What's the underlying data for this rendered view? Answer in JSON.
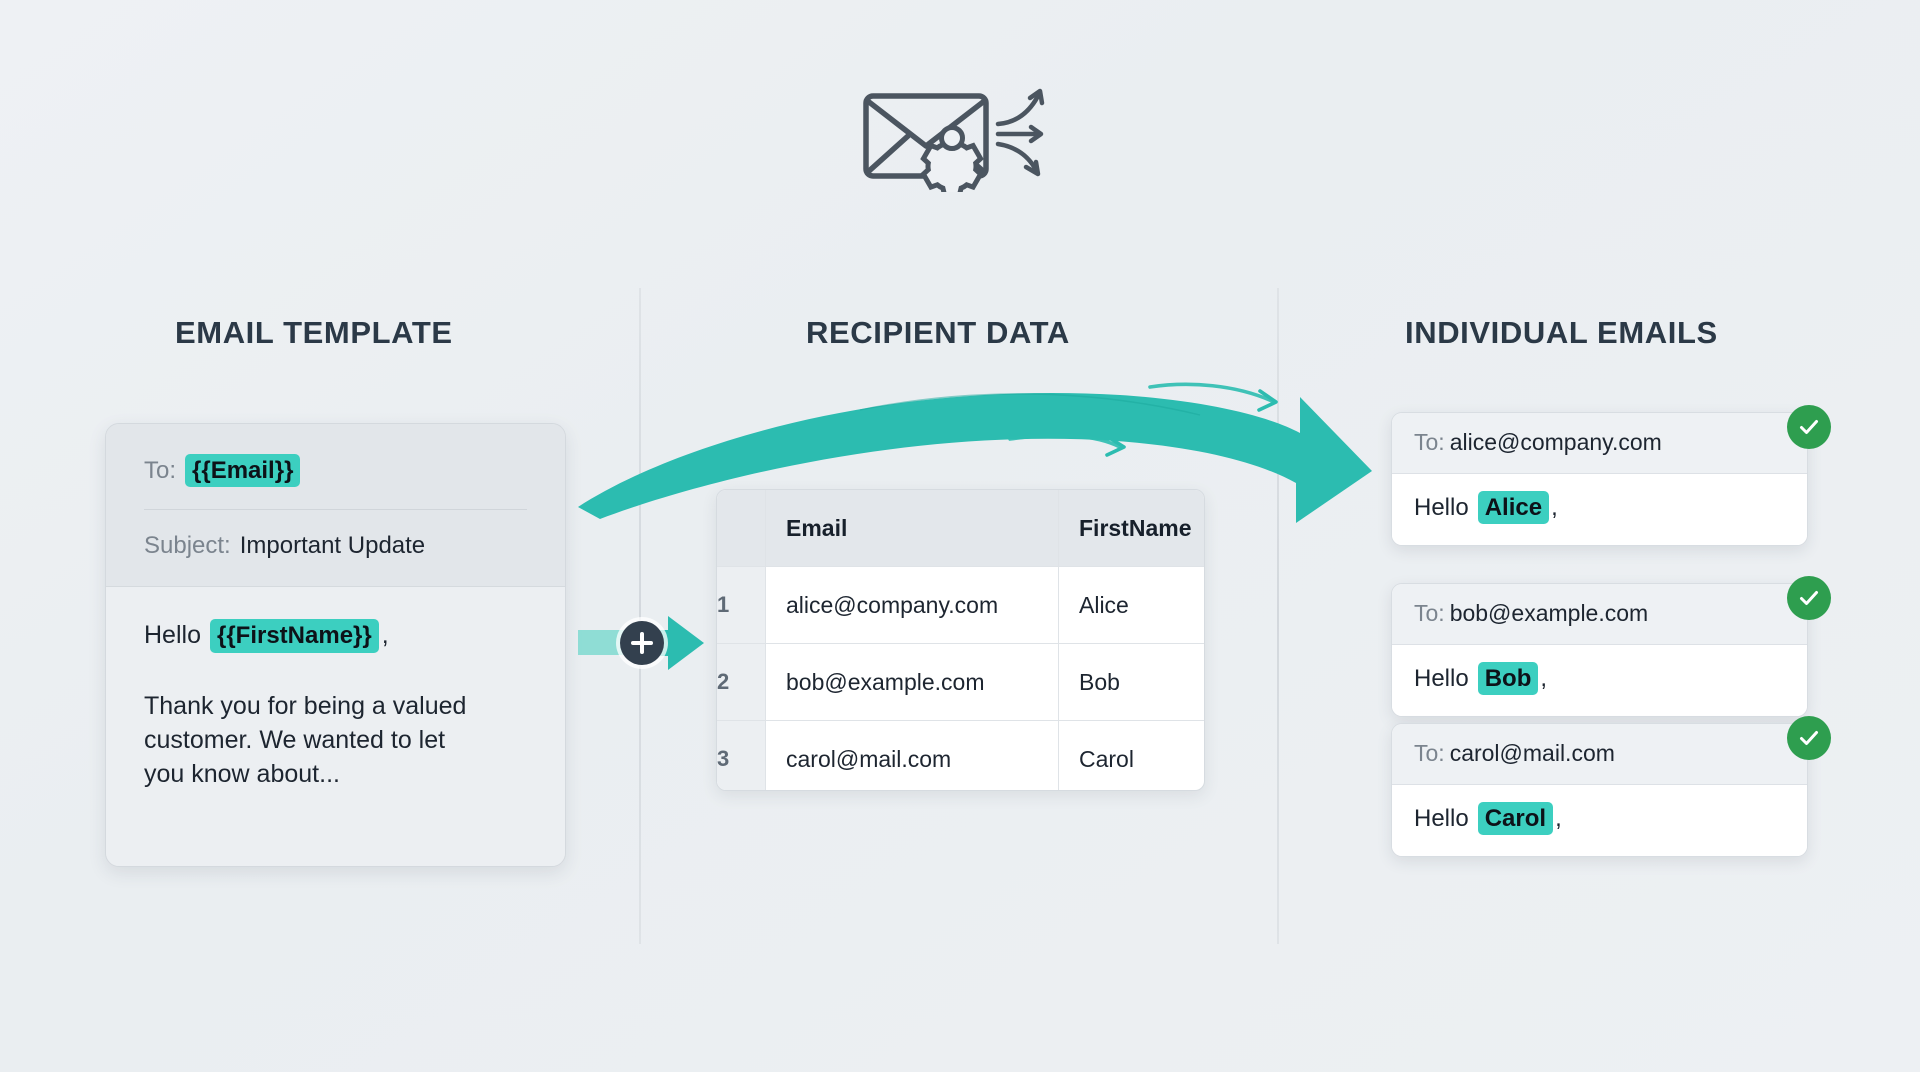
{
  "header": {
    "icon": "envelope-gear-distribute-icon"
  },
  "columns": {
    "template_title": "EMAIL TEMPLATE",
    "recipient_title": "RECIPIENT DATA",
    "emails_title": "INDIVIDUAL EMAILS"
  },
  "template": {
    "to_label": "To:",
    "to_value": "{{Email}}",
    "subject_label": "Subject:",
    "subject_value": "Important Update",
    "greeting_lead": "Hello",
    "greeting_tag": "{{FirstName}}",
    "greeting_comma": ",",
    "paragraph": "Thank you for being a valued customer. We wanted to let you know about..."
  },
  "connector": {
    "plus_symbol": "+",
    "arrow": "arrow-right-icon"
  },
  "table": {
    "headers": [
      "",
      "Email",
      "FirstName"
    ],
    "rows": [
      {
        "index": "1",
        "email": "alice@company.com",
        "firstname": "Alice"
      },
      {
        "index": "2",
        "email": "bob@example.com",
        "firstname": "Bob"
      },
      {
        "index": "3",
        "email": "carol@mail.com",
        "firstname": "Carol"
      }
    ]
  },
  "emails": [
    {
      "to_label": "To:",
      "to_value": "alice@company.com",
      "greeting_lead": "Hello",
      "greeting_name": "Alice",
      "greeting_comma": ",",
      "status": "sent-check-icon"
    },
    {
      "to_label": "To:",
      "to_value": "bob@example.com",
      "greeting_lead": "Hello",
      "greeting_name": "Bob",
      "greeting_comma": ",",
      "status": "sent-check-icon"
    },
    {
      "to_label": "To:",
      "to_value": "carol@mail.com",
      "greeting_lead": "Hello",
      "greeting_name": "Carol",
      "greeting_comma": ",",
      "status": "sent-check-icon"
    }
  ],
  "colors": {
    "accent_teal": "#3ccfc0",
    "arrow_teal": "#2cbcb0",
    "success_green": "#2e9e4f",
    "title_navy": "#2b3947",
    "background": "#eef1f4",
    "icon_slate": "#4b5560"
  }
}
